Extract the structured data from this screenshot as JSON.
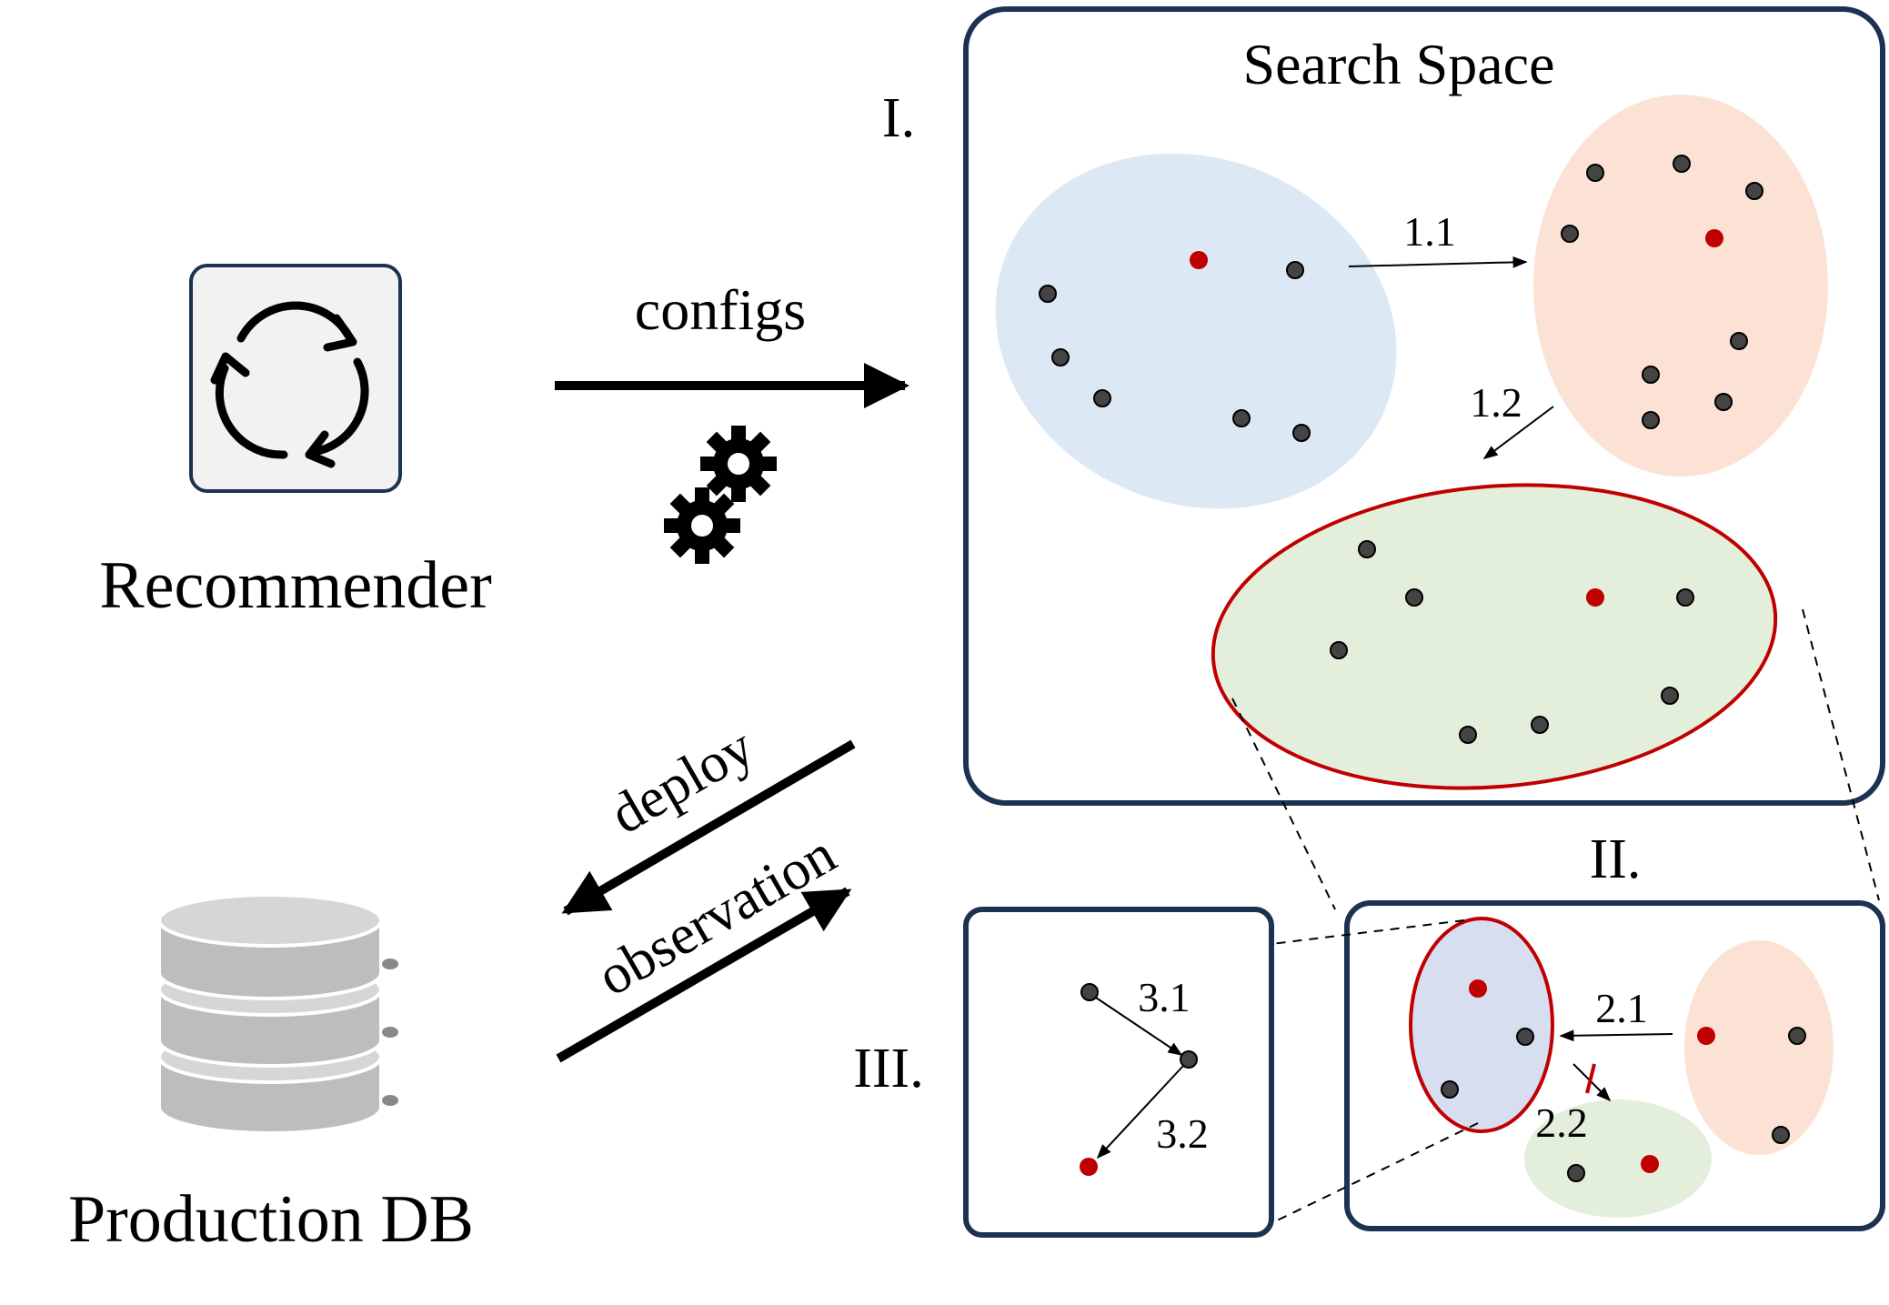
{
  "recommender": {
    "label": "Recommender",
    "icon": "refresh-cycle-icon"
  },
  "database": {
    "label": "Production DB",
    "icon": "database-icon"
  },
  "arrows": {
    "configs": "configs",
    "deploy": "deploy",
    "observation": "observation"
  },
  "configs_icon": "gears-icon",
  "search_space": {
    "title": "Search Space",
    "section_label": "I.",
    "arrow_1_1": "1.1",
    "arrow_1_2": "1.2"
  },
  "panel_two": {
    "section_label": "II.",
    "arrow_2_1": "2.1",
    "arrow_2_2": "2.2"
  },
  "panel_three": {
    "section_label": "III.",
    "arrow_3_1": "3.1",
    "arrow_3_2": "3.2"
  },
  "colors": {
    "frame": "#1d3250",
    "blue_cluster": "#dde8f5",
    "orange_cluster": "#fbe2d4",
    "green_cluster": "#e3efdb",
    "blue_cluster_zoom": "#d6def0",
    "highlight": "#c00000",
    "point": "#444444",
    "red_point": "#c00000",
    "db_gray": "#c8c8c8"
  }
}
